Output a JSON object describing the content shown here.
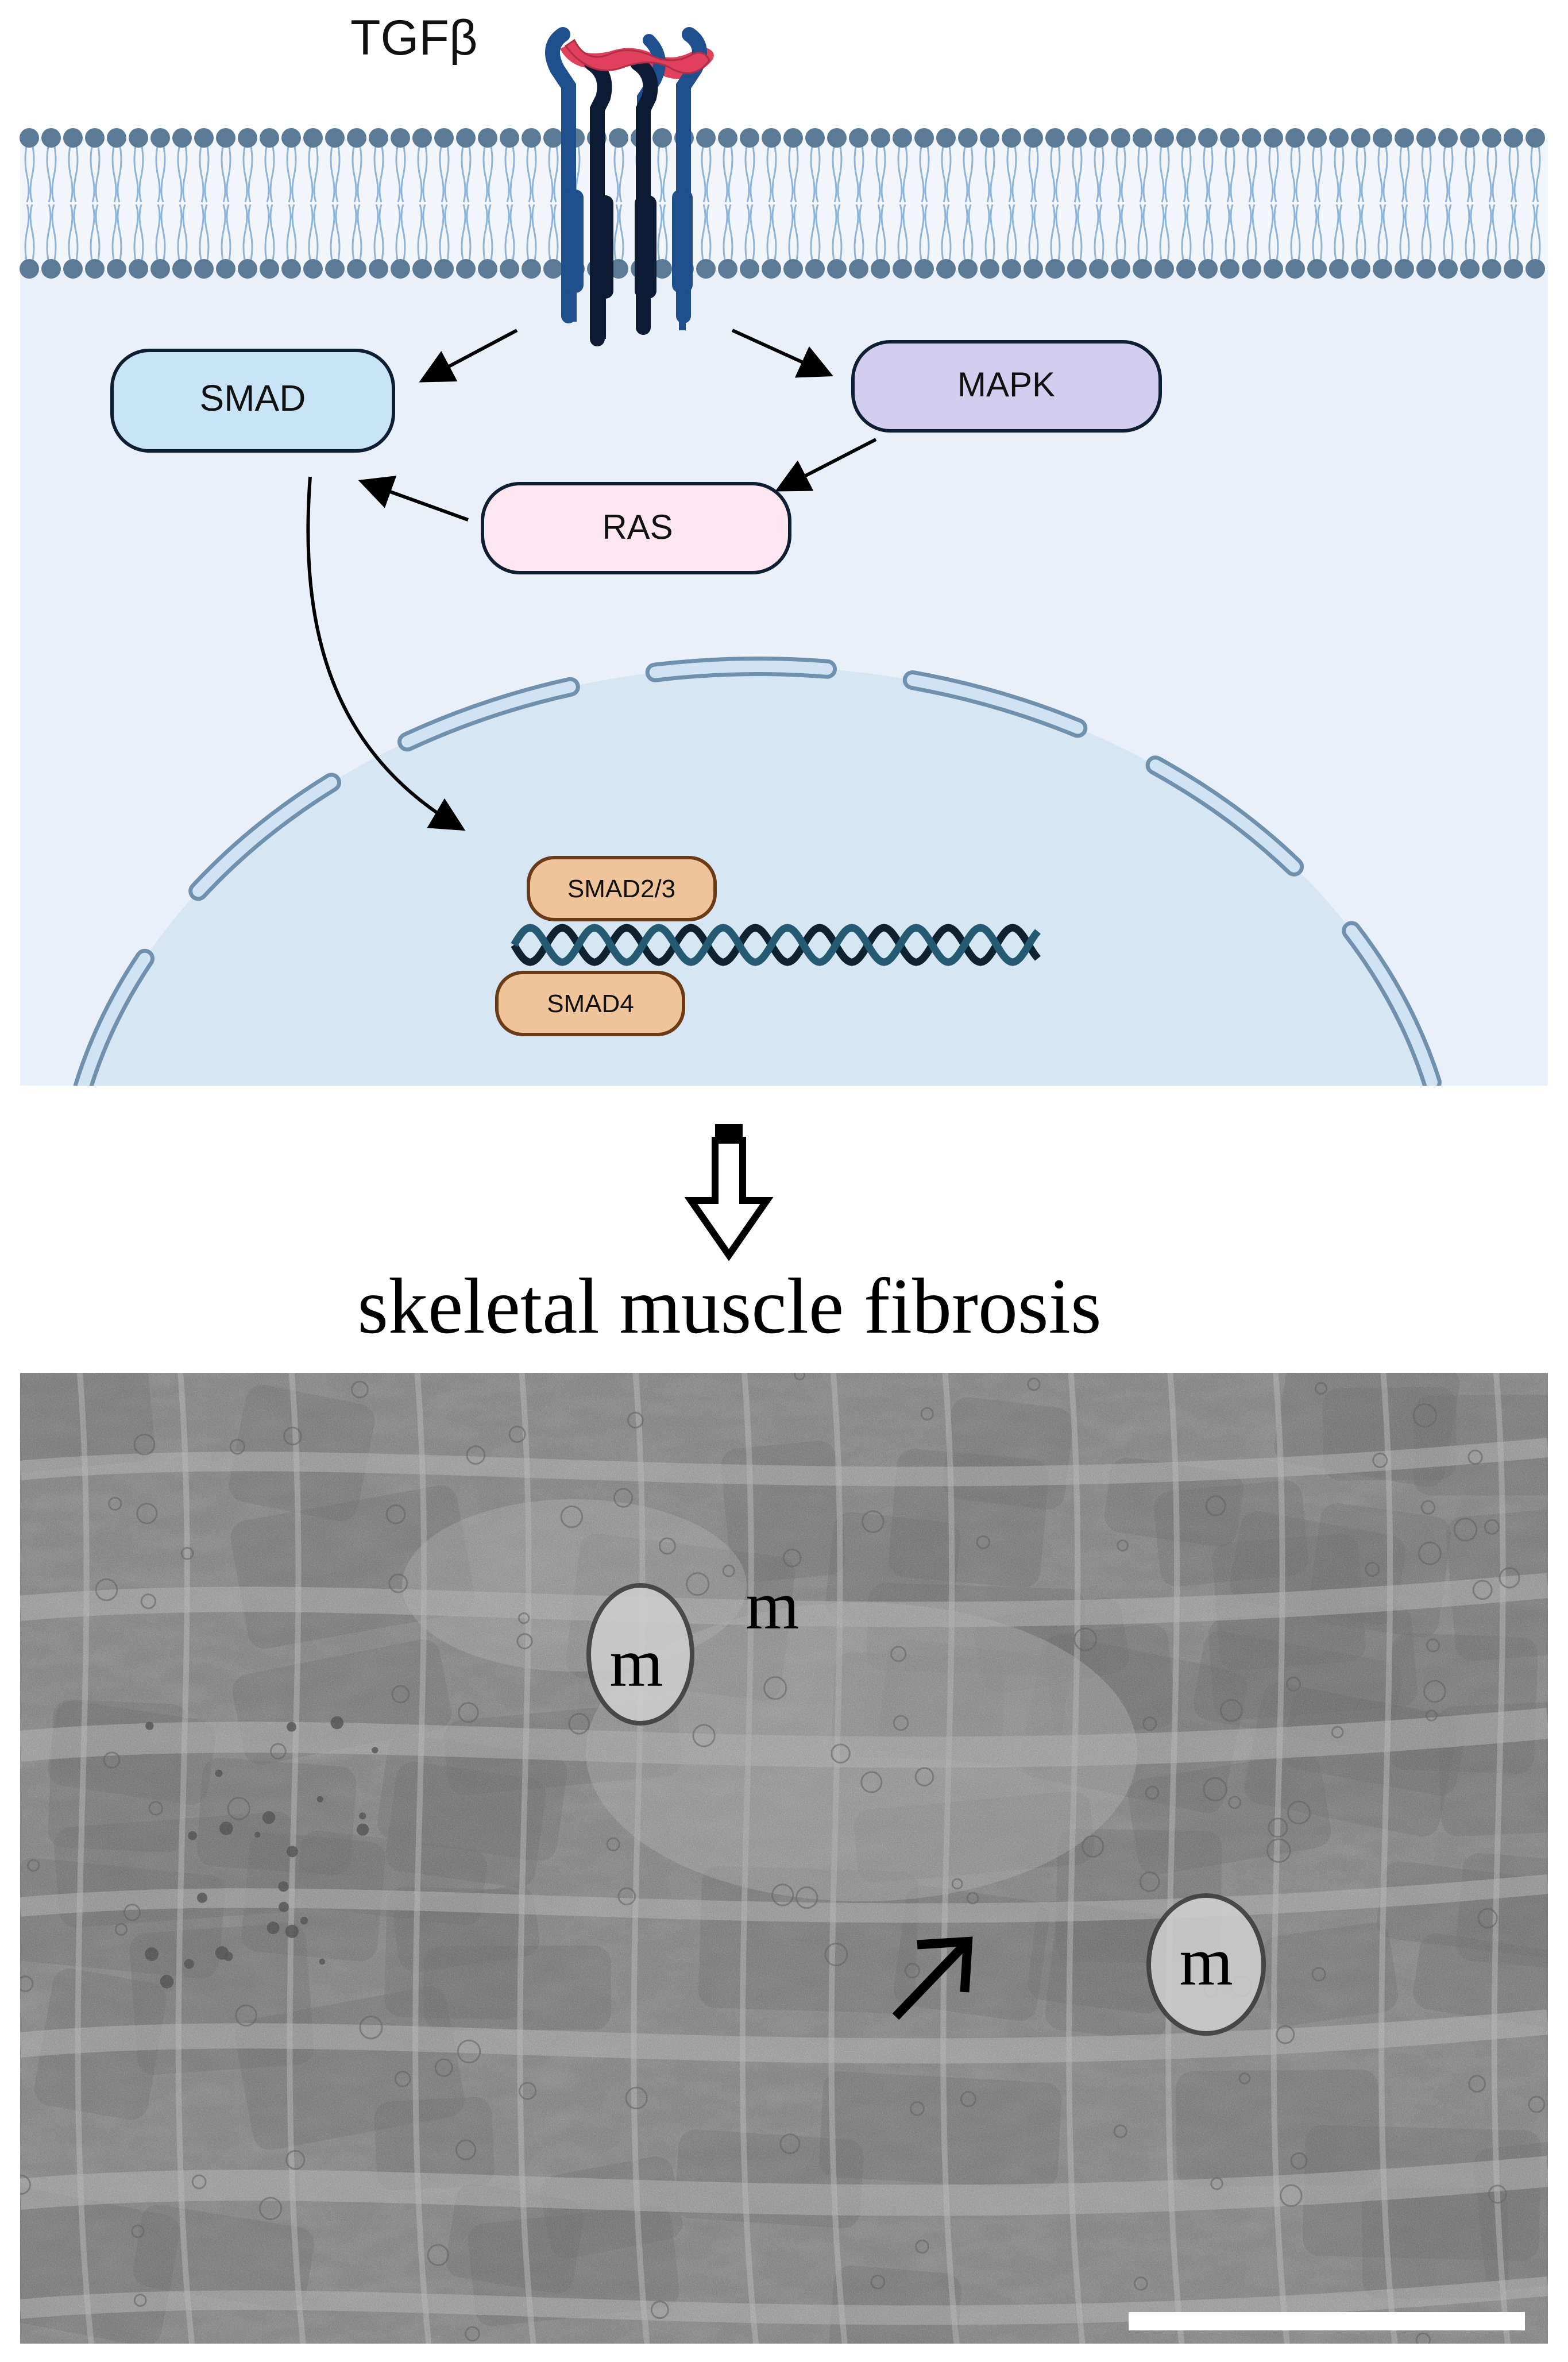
{
  "diagram": {
    "ligand_label": "TGFβ",
    "pathway_nodes": {
      "smad": "SMAD",
      "mapk": "MAPK",
      "ras": "RAS",
      "smad23": "SMAD2/3",
      "smad4": "SMAD4"
    }
  },
  "caption": "skeletal muscle fibrosis",
  "micrograph": {
    "labels": [
      "m",
      "m",
      "m"
    ]
  },
  "colors": {
    "membrane_head": "#5a7a96",
    "cytoplasm": "#eaf0f9",
    "nucleus": "#d6e6f3",
    "receptor_blue": "#1f4f8c",
    "receptor_dark": "#0d1a33",
    "ligand_red": "#e0405c",
    "smad_fill": "#c9e4f6",
    "mapk_fill": "#d3cdef",
    "ras_fill": "#fde6ef",
    "smad_complex_fill": "#f0c49a"
  }
}
